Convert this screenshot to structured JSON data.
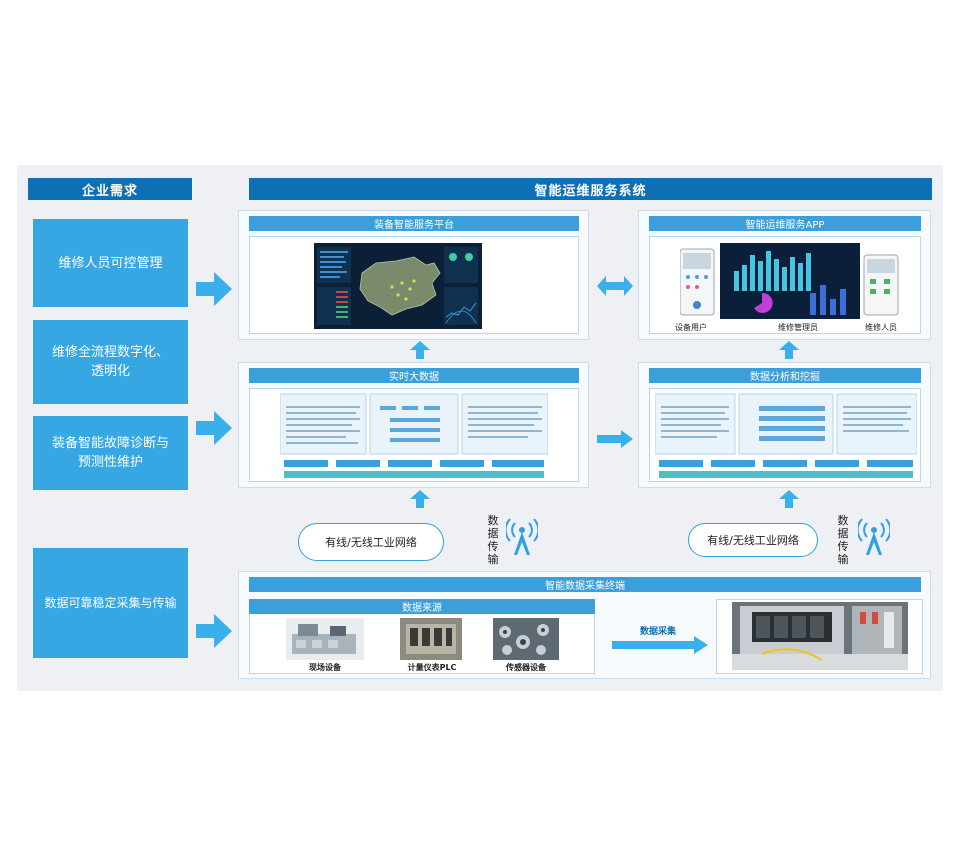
{
  "left": {
    "header": "企业需求",
    "needs": [
      "维修人员可控管理",
      "维修全流程数字化、透明化",
      "装备智能故障诊断与预测性维护",
      "数据可靠稳定采集与传输"
    ],
    "needs_lines": [
      [
        "维修人员可控管理"
      ],
      [
        "维修全流程数字化、",
        "透明化"
      ],
      [
        "装备智能故障诊断与",
        "预测性维护"
      ],
      [
        "数据可靠稳定采集与传输"
      ]
    ]
  },
  "right": {
    "header": "智能运维服务系统",
    "platform": {
      "title": "装备智能服务平台"
    },
    "app": {
      "title": "智能运维服务APP",
      "captions": [
        "设备用户",
        "维修管理员",
        "维修人员"
      ]
    },
    "realtime": {
      "title": "实时大数据"
    },
    "analysis": {
      "title": "数据分析和挖掘"
    },
    "network": {
      "cloud_label": "有线/无线工业网络",
      "transmit_chars": [
        "数",
        "据",
        "传",
        "输"
      ]
    },
    "terminal": {
      "title": "智能数据采集终端",
      "source_title": "数据来源",
      "sources": [
        "现场设备",
        "计量仪表PLC",
        "传感器设备"
      ],
      "collect_label": "数据采集"
    }
  },
  "colors": {
    "header_blue": "#0f6fb5",
    "need_blue": "#37a7e3",
    "arrow_blue": "#3ab0ea",
    "bar_blue": "#3a9fda"
  }
}
